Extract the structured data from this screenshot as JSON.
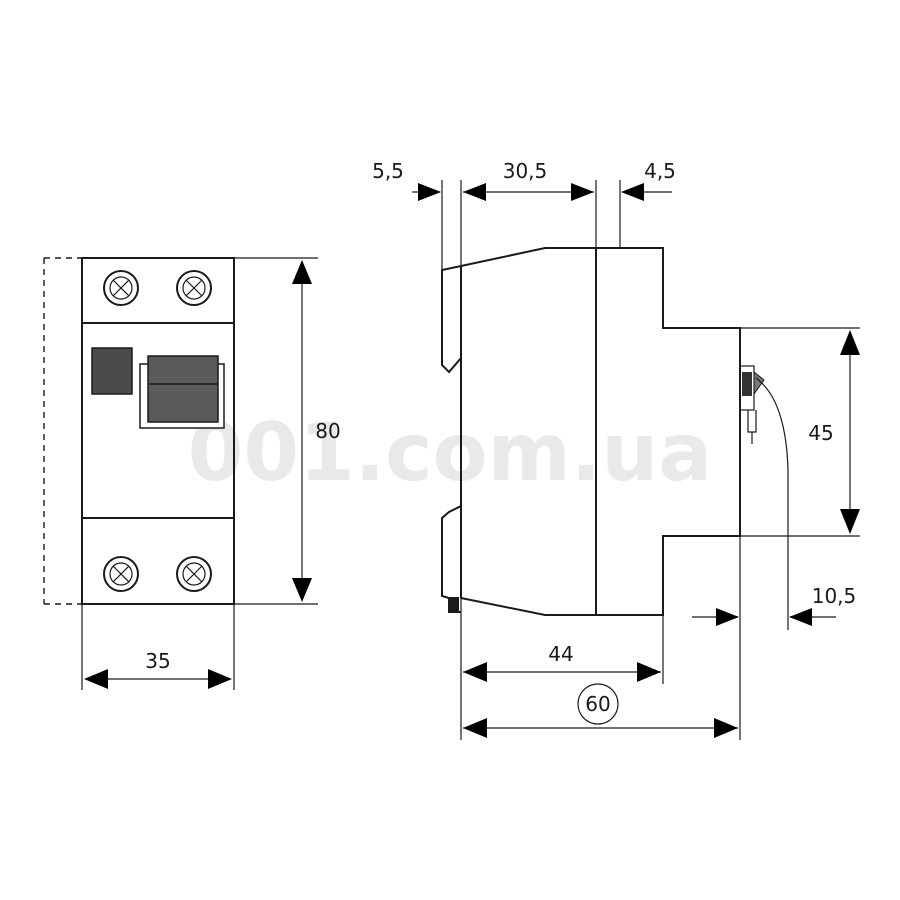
{
  "watermark": "001.com.ua",
  "front_view": {
    "width_label": "35",
    "height_label": "80"
  },
  "side_view": {
    "top_dims": [
      "5,5",
      "30,5",
      "4,5"
    ],
    "right_height_label": "45",
    "right_offset_label": "10,5",
    "depth_label": "44",
    "total_depth_label": "60"
  }
}
